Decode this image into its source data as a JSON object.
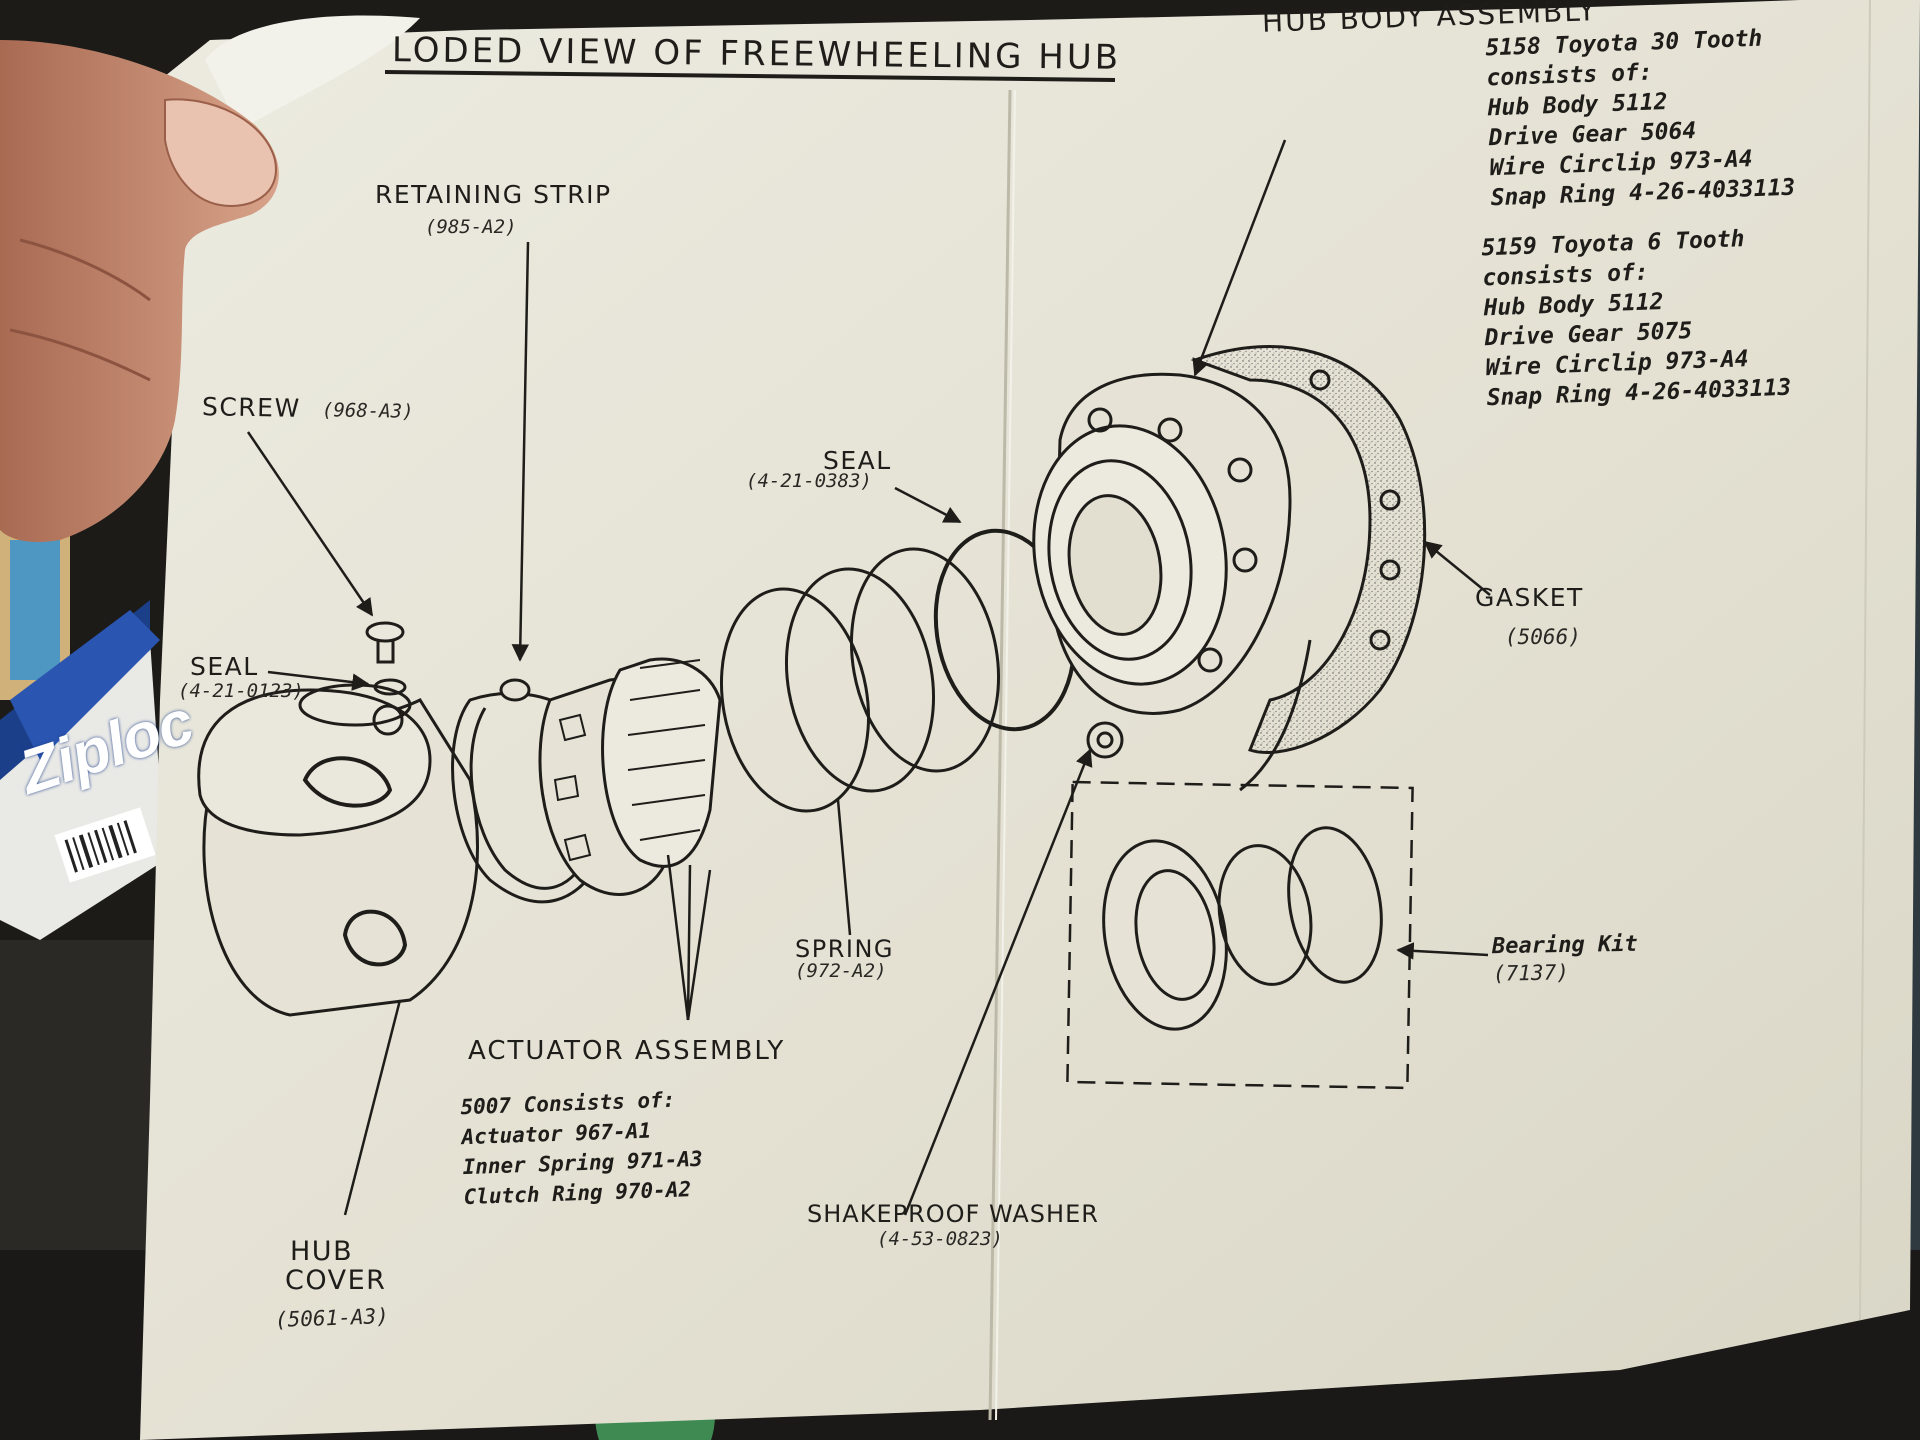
{
  "title": "LODED VIEW OF FREEWHEELING HUB",
  "carton_brand": "Ziploc",
  "hub_body": {
    "heading": "HUB BODY ASSEMBLY",
    "kit_a": [
      "5158 Toyota 30 Tooth",
      "consists of:",
      "Hub Body 5112",
      "Drive Gear 5064",
      "Wire Circlip 973-A4",
      "Snap Ring 4-26-4033113"
    ],
    "kit_b": [
      "5159 Toyota 6 Tooth",
      "consists of:",
      "Hub Body 5112",
      "Drive Gear 5075",
      "Wire Circlip 973-A4",
      "Snap Ring 4-26-4033113"
    ]
  },
  "parts": {
    "retaining_strip": {
      "name": "RETAINING STRIP",
      "code": "(985-A2)"
    },
    "screw": {
      "name": "SCREW",
      "code": "(968-A3)"
    },
    "seal_small": {
      "name": "SEAL",
      "code": "(4-21-0123)"
    },
    "seal_large": {
      "name": "SEAL",
      "code": "(4-21-0383)"
    },
    "gasket": {
      "name": "GASKET",
      "code": "(5066)"
    },
    "bearing_kit": {
      "name": "Bearing Kit",
      "code": "(7137)"
    },
    "spring": {
      "name": "SPRING",
      "code": "(972-A2)"
    },
    "shakeproof_washer": {
      "name": "SHAKEPROOF   WASHER",
      "code": "(4-53-0823)"
    },
    "hub_cover": {
      "line1": "HUB",
      "line2": "COVER",
      "code": "(5061-A3)"
    },
    "actuator": {
      "heading": "ACTUATOR  ASSEMBLY",
      "lines": [
        "5007 Consists of:",
        "Actuator 967-A1",
        "Inner Spring 971-A3",
        "Clutch Ring 970-A2"
      ]
    }
  },
  "colors": {
    "paper": "#e6e3d6",
    "ink": "#1e1d1a",
    "background": "#1c1b18",
    "carton_blue": "#1c3f8a",
    "hand": "#c98f76"
  }
}
